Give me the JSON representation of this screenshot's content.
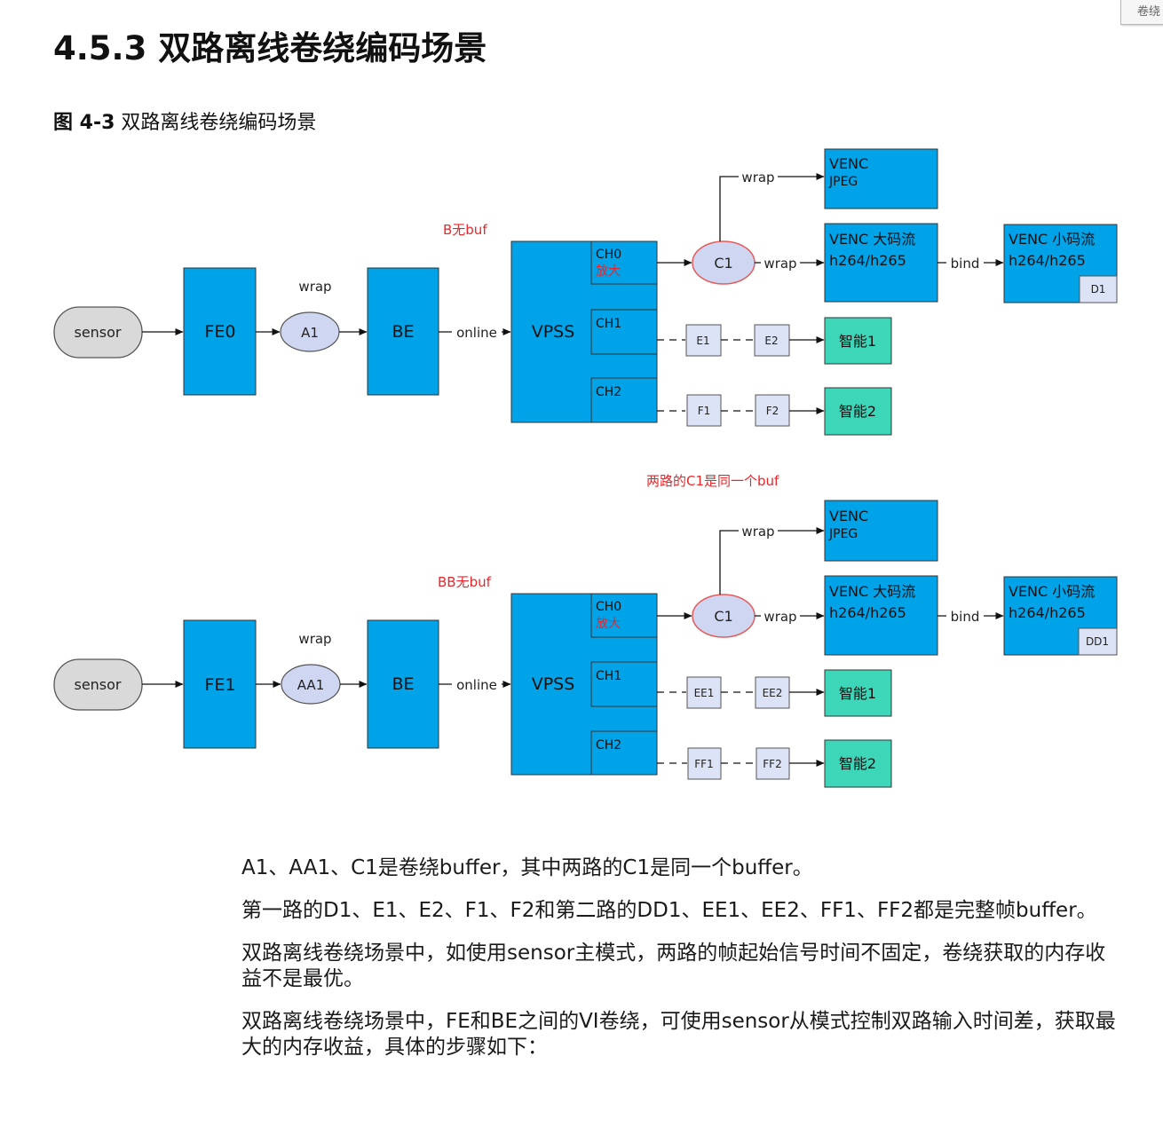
{
  "heading": {
    "number": "4.5.3",
    "title": "双路离线卷绕编码场景"
  },
  "figure": {
    "label": "图 4-3",
    "title": "双路离线卷绕编码场景"
  },
  "corner_tab": {
    "text": "卷绕"
  },
  "diagram": {
    "path1": {
      "sensor": "sensor",
      "fe": "FE0",
      "wrap_label": "wrap",
      "buf_a": "A1",
      "be": "BE",
      "online": "online",
      "vpss": "VPSS",
      "nobuf_note": "B无buf",
      "ch0": "CH0",
      "ch0_sub": "放大",
      "ch1": "CH1",
      "ch2": "CH2",
      "c1": "C1",
      "wrap_top": "wrap",
      "wrap_mid": "wrap",
      "bind": "bind",
      "venc_jpeg_l1": "VENC",
      "venc_jpeg_l2": "JPEG",
      "venc_main_l1": "VENC 大码流",
      "venc_main_l2": "h264/h265",
      "venc_sub_l1": "VENC 小码流",
      "venc_sub_l2": "h264/h265",
      "sub_buf": "D1",
      "e1": "E1",
      "e2": "E2",
      "ai1": "智能1",
      "f1": "F1",
      "f2": "F2",
      "ai2": "智能2"
    },
    "shared_note": "两路的C1是同一个buf",
    "path2": {
      "sensor": "sensor",
      "fe": "FE1",
      "wrap_label": "wrap",
      "buf_a": "AA1",
      "be": "BE",
      "online": "online",
      "vpss": "VPSS",
      "nobuf_note": "BB无buf",
      "ch0": "CH0",
      "ch0_sub": "放大",
      "ch1": "CH1",
      "ch2": "CH2",
      "c1": "C1",
      "wrap_top": "wrap",
      "wrap_mid": "wrap",
      "bind": "bind",
      "venc_jpeg_l1": "VENC",
      "venc_jpeg_l2": "JPEG",
      "venc_main_l1": "VENC 大码流",
      "venc_main_l2": "h264/h265",
      "venc_sub_l1": "VENC 小码流",
      "venc_sub_l2": "h264/h265",
      "sub_buf": "DD1",
      "e1": "EE1",
      "e2": "EE2",
      "ai1": "智能1",
      "f1": "FF1",
      "f2": "FF2",
      "ai2": "智能2"
    },
    "colors": {
      "block": "#00a2e8",
      "ai_block": "#3dd6b8",
      "oval": "#cfd6f2",
      "sensor": "#d9d9d9",
      "small_box": "#dde3f7",
      "note_red": "#e8262a",
      "c1_border": "#e85a5a"
    }
  },
  "paragraphs": [
    "A1、AA1、C1是卷绕buffer，其中两路的C1是同一个buffer。",
    "第一路的D1、E1、E2、F1、F2和第二路的DD1、EE1、EE2、FF1、FF2都是完整帧buffer。",
    "双路离线卷绕场景中，如使用sensor主模式，两路的帧起始信号时间不固定，卷绕获取的内存收益不是最优。",
    "双路离线卷绕场景中，FE和BE之间的VI卷绕，可使用sensor从模式控制双路输入时间差，获取最大的内存收益，具体的步骤如下："
  ]
}
